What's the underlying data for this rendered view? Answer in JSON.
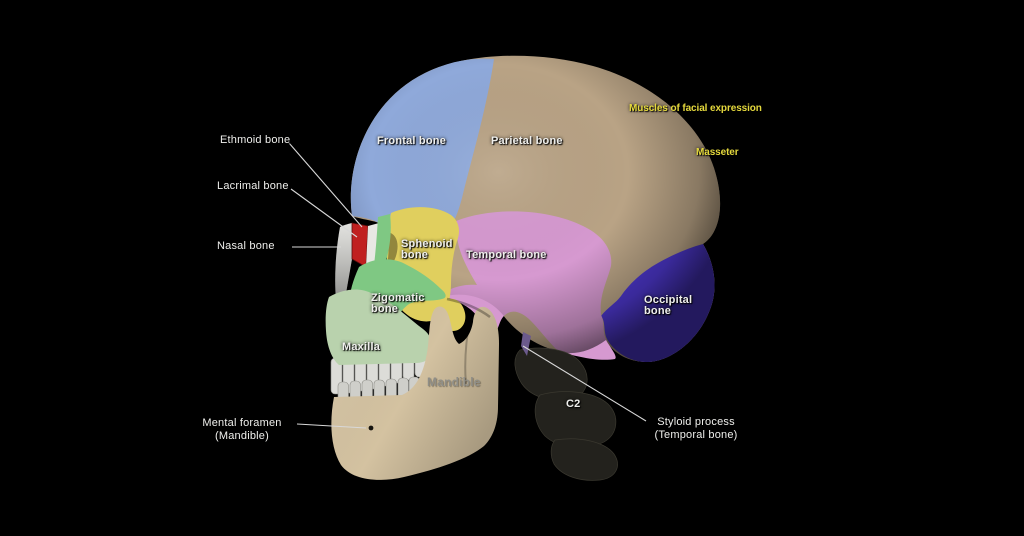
{
  "illustration": {
    "description": "Human skull, lateral view, color-coded bone anatomy with muscle call-outs",
    "colors": {
      "background": "#000000",
      "frontal_bone": "#8fa9da",
      "parietal_bone": "#b9a385",
      "temporal_bone": "#d699d0",
      "occipital_bone": "#4e38d0",
      "sphenoid_bone": "#e0cf5e",
      "zigomatic_bone": "#7fc883",
      "maxilla": "#b9d2ad",
      "mandible": "#d8c6a4",
      "teeth_upper": "#dcdcd8",
      "teeth_lower": "#cfcfca",
      "lacrimal_highlight": "#c02020",
      "nasal_strip": "#d8d8d4",
      "white_strip": "#e8e8e4",
      "vertebrae": "#23221d",
      "styloid": "#6b5a8c",
      "label_white": "#efefec",
      "label_yellow": "#e5d93d",
      "label_gray": "#8f8e87",
      "leader_line": "#d8d8d8"
    },
    "bone_labels": {
      "frontal": "Frontal bone",
      "parietal": "Parietal bone",
      "sphenoid_line1": "Sphenoid",
      "sphenoid_line2": "bone",
      "temporal": "Temporal bone",
      "zigomatic_line1": "Zigomatic",
      "zigomatic_line2": "bone",
      "occipital_line1": "Occipital",
      "occipital_line2": "bone",
      "maxilla": "Maxilla",
      "mandible": "Mandible",
      "c2": "C2"
    },
    "callout_labels": {
      "ethmoid": "Ethmoid bone",
      "lacrimal": "Lacrimal bone",
      "nasal": "Nasal bone",
      "mental_line1": "Mental foramen",
      "mental_line2": "(Mandible)",
      "styloid_line1": "Styloid process",
      "styloid_line2": "(Temporal bone)"
    },
    "muscle_labels": {
      "facial_expression": "Muscles of facial expression",
      "masseter": "Masseter"
    }
  }
}
